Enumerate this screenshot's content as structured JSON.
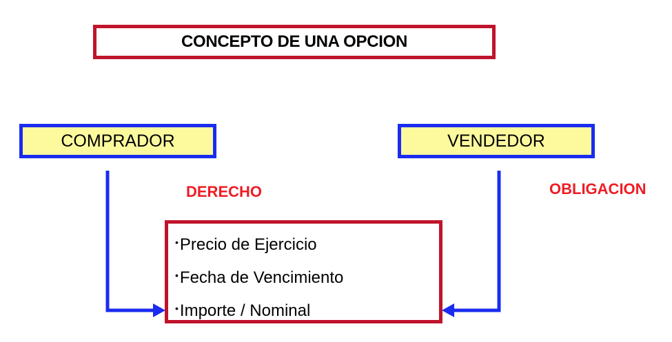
{
  "title": "CONCEPTO DE UNA OPCION",
  "buyer": {
    "label": "COMPRADOR",
    "role": "DERECHO"
  },
  "seller": {
    "label": "VENDEDOR",
    "role": "OBLIGACION"
  },
  "terms": [
    {
      "label": "Precio de Ejercicio"
    },
    {
      "label": "Fecha de Vencimiento"
    },
    {
      "label": "Importe / Nominal"
    }
  ],
  "colors": {
    "title_border": "#c0142c",
    "party_border": "#1a2cf0",
    "party_fill": "#fdfa9e",
    "role_text": "#ee1c25",
    "arrow": "#1a2cf0"
  }
}
